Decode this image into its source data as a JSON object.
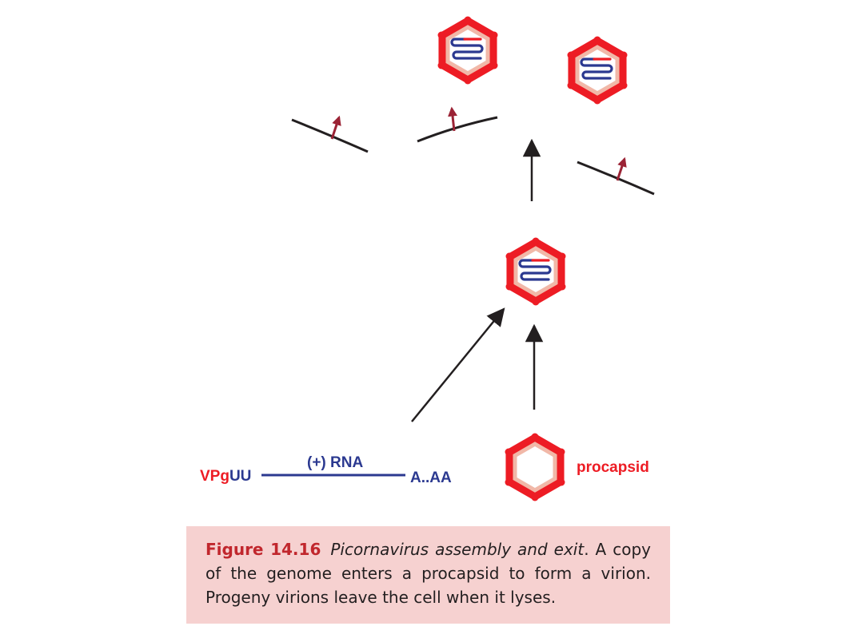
{
  "diagram": {
    "genome": {
      "vpg": "VPg",
      "uu": "UU",
      "rna_label": "(+) RNA",
      "tail": "A..AA"
    },
    "procapsid_label": "procapsid"
  },
  "caption": {
    "figure_label": "Figure 14.16",
    "title": "Picornavirus assembly and exit",
    "title_punct": ".",
    "text": " A copy of the genome enters a procapsid to form a virion. Progeny virions leave the cell when it lyses."
  },
  "colors": {
    "capsid_red": "#ed1c24",
    "capsid_fill": "#f1b8a8",
    "rna_blue": "#2b3990",
    "membrane": "#231f20",
    "protein_dark_red": "#9b2335",
    "caption_bg": "#f6d1d0"
  }
}
